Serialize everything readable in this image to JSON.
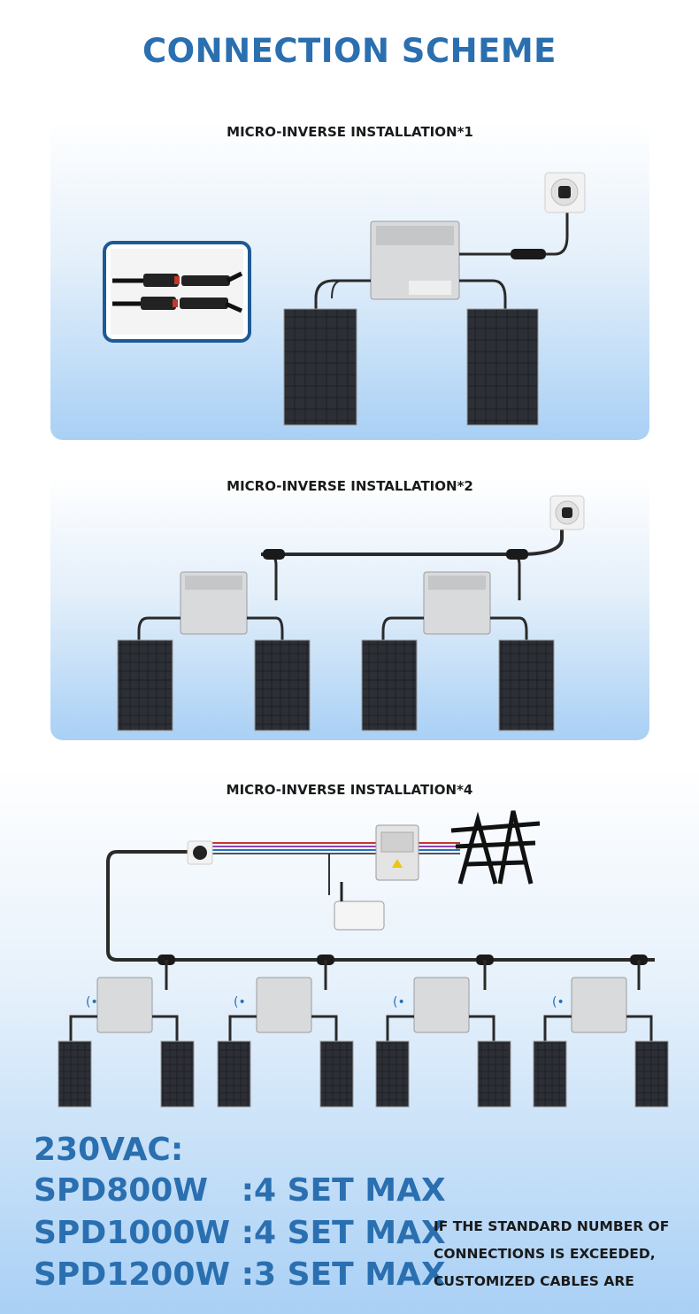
{
  "page_title": "CONNECTION SCHEME",
  "panels": [
    {
      "title": "MICRO-INVERSE INSTALLATION*1"
    },
    {
      "title": "MICRO-INVERSE INSTALLATION*2"
    },
    {
      "title": "MICRO-INVERSE INSTALLATION*4"
    }
  ],
  "specs": {
    "voltage": "230VAC:",
    "rows": [
      "SPD800W   :4 SET MAX",
      "SPD1000W :4 SET MAX",
      "SPD1200W :3 SET MAX"
    ]
  },
  "note": [
    "IF THE STANDARD NUMBER OF",
    "CONNECTIONS IS EXCEEDED,",
    "CUSTOMIZED CABLES ARE"
  ],
  "colors": {
    "title_blue": "#2a6fb0",
    "panel_dark": "#1f2126",
    "inverter": "#d9dadc",
    "connector_frame": "#1e5a93"
  }
}
